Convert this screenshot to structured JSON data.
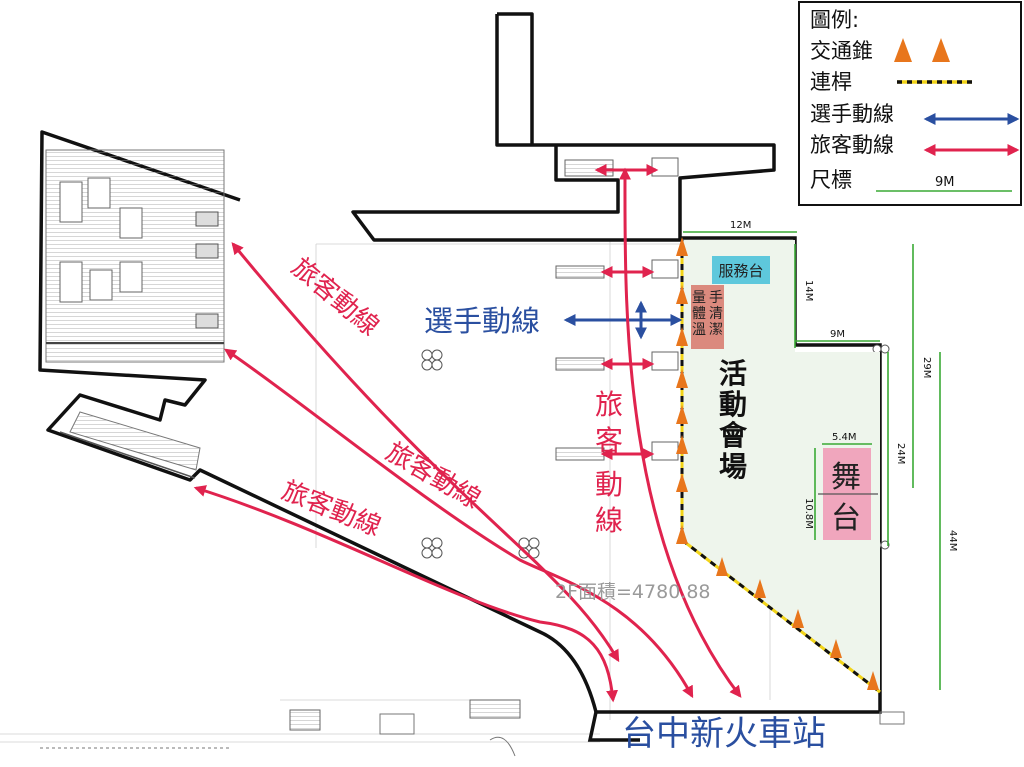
{
  "legend": {
    "title": "圖例:",
    "items": [
      {
        "key": "cone",
        "label": "交通錐",
        "color": "#e8761c"
      },
      {
        "key": "pole",
        "label": "連桿",
        "color": "#f2d418"
      },
      {
        "key": "athlete",
        "label": "選手動線",
        "color": "#2a4fa0"
      },
      {
        "key": "passenger",
        "label": "旅客動線",
        "color": "#e0234e"
      },
      {
        "key": "scale",
        "label": "尺標",
        "color": "#3aaa35",
        "value": "9M"
      }
    ]
  },
  "map": {
    "area_label": "2F面積=4780.88",
    "station_name": "台中新火車站",
    "activity_area": [
      "活",
      "動",
      "會",
      "場"
    ],
    "service_desk": "服務台",
    "health_station": {
      "col1": "量體溫",
      "col2": "手清潔"
    },
    "stage": [
      "舞",
      "台"
    ],
    "athlete_route": "選手動線",
    "passenger_route_1": "旅客動線",
    "passenger_route_2": "旅客動線",
    "passenger_route_3": "旅客動線",
    "passenger_route_vertical": [
      "旅",
      "客",
      "動",
      "線"
    ]
  },
  "dimensions": {
    "d12": "12M",
    "d14": "14M",
    "d9": "9M",
    "d29": "29M",
    "d24": "24M",
    "d44": "44M",
    "d54": "5.4M",
    "d108": "10.8M"
  },
  "colors": {
    "activity_fill": "#eef5ec",
    "desk_fill": "#5ec8dc",
    "health_fill": "#db8a7e",
    "stage_fill": "#f0a6bd",
    "dimension": "#3aaa35",
    "outline": "#111111"
  }
}
